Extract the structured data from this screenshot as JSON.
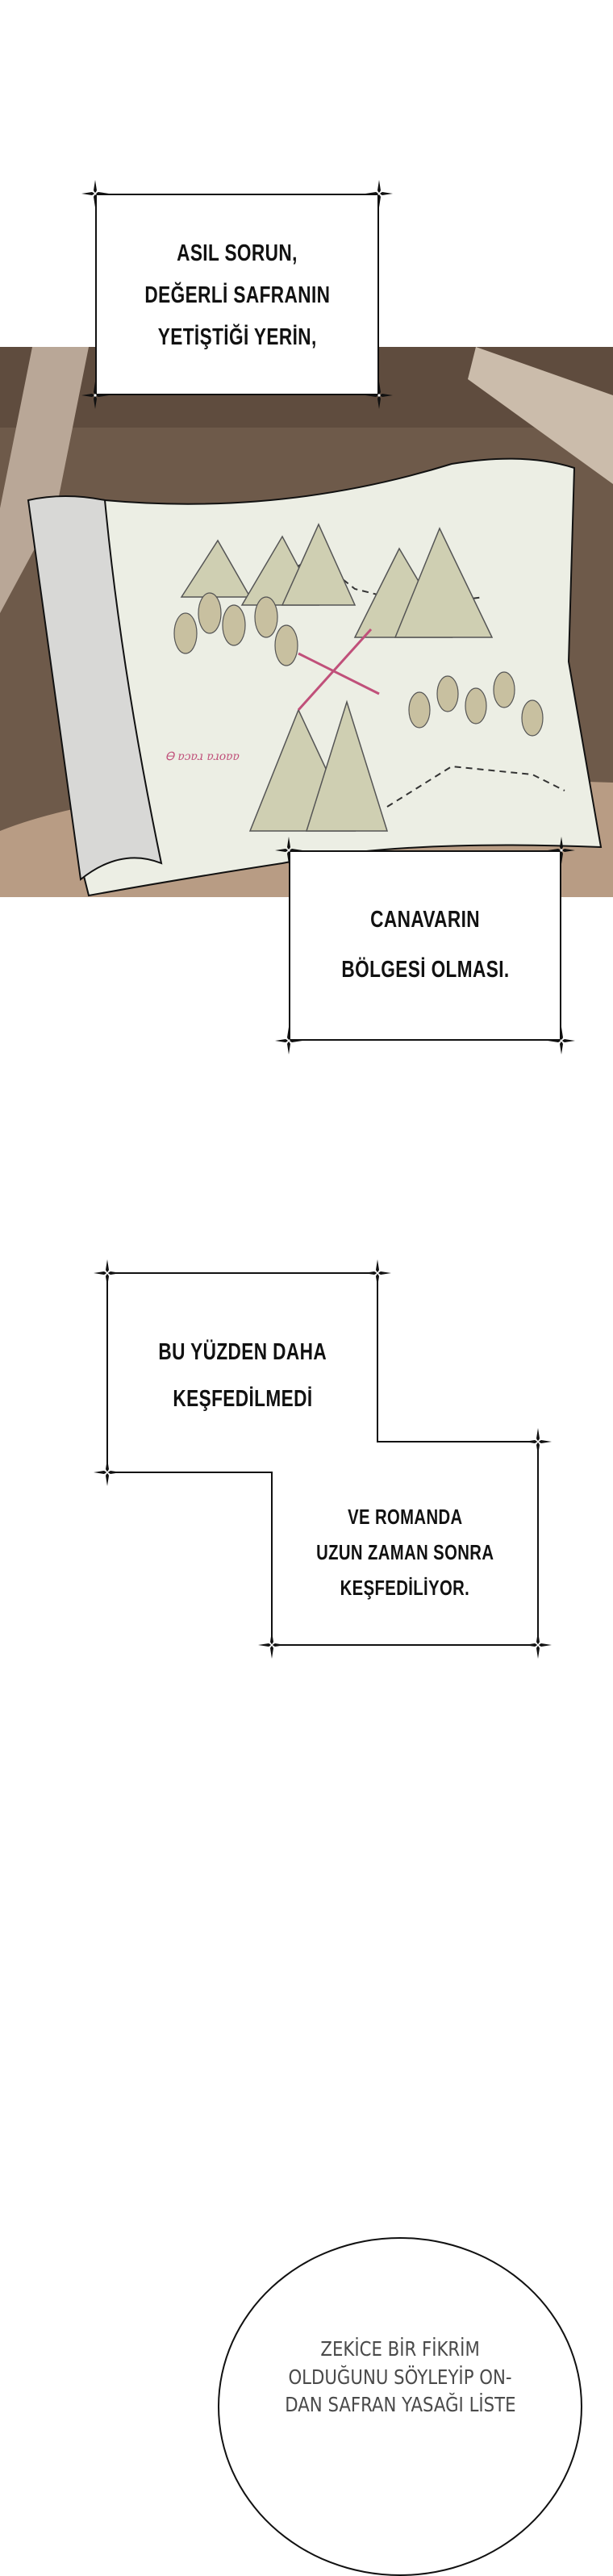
{
  "captions": {
    "box1": {
      "lines": [
        "ASIL SORUN,",
        "DEĞERLİ SAFRANIN",
        "YETİŞTİĞİ YERİN,"
      ]
    },
    "box2": {
      "lines": [
        "CANAVARIN",
        "BÖLGESİ OLMASI."
      ]
    },
    "box3": {
      "lines": [
        "BU YÜZDEN DAHA",
        "KEŞFEDİLMEDİ"
      ]
    },
    "box4": {
      "lines": [
        "VE ROMANDA",
        "UZUN ZAMAN SONRA",
        "KEŞFEDİLİYOR."
      ]
    }
  },
  "bubble": {
    "lines": [
      "ZEKİCE BİR FİKRİM",
      "OLDUĞUNU SÖYLEYİP ON-",
      "DAN SAFRAN YASAĞI LİSTE"
    ]
  },
  "colors": {
    "table": "#6e5a4a",
    "paper": "#eceee4",
    "x_mark": "#c0507a",
    "bubble_text": "#4a4a4a"
  }
}
